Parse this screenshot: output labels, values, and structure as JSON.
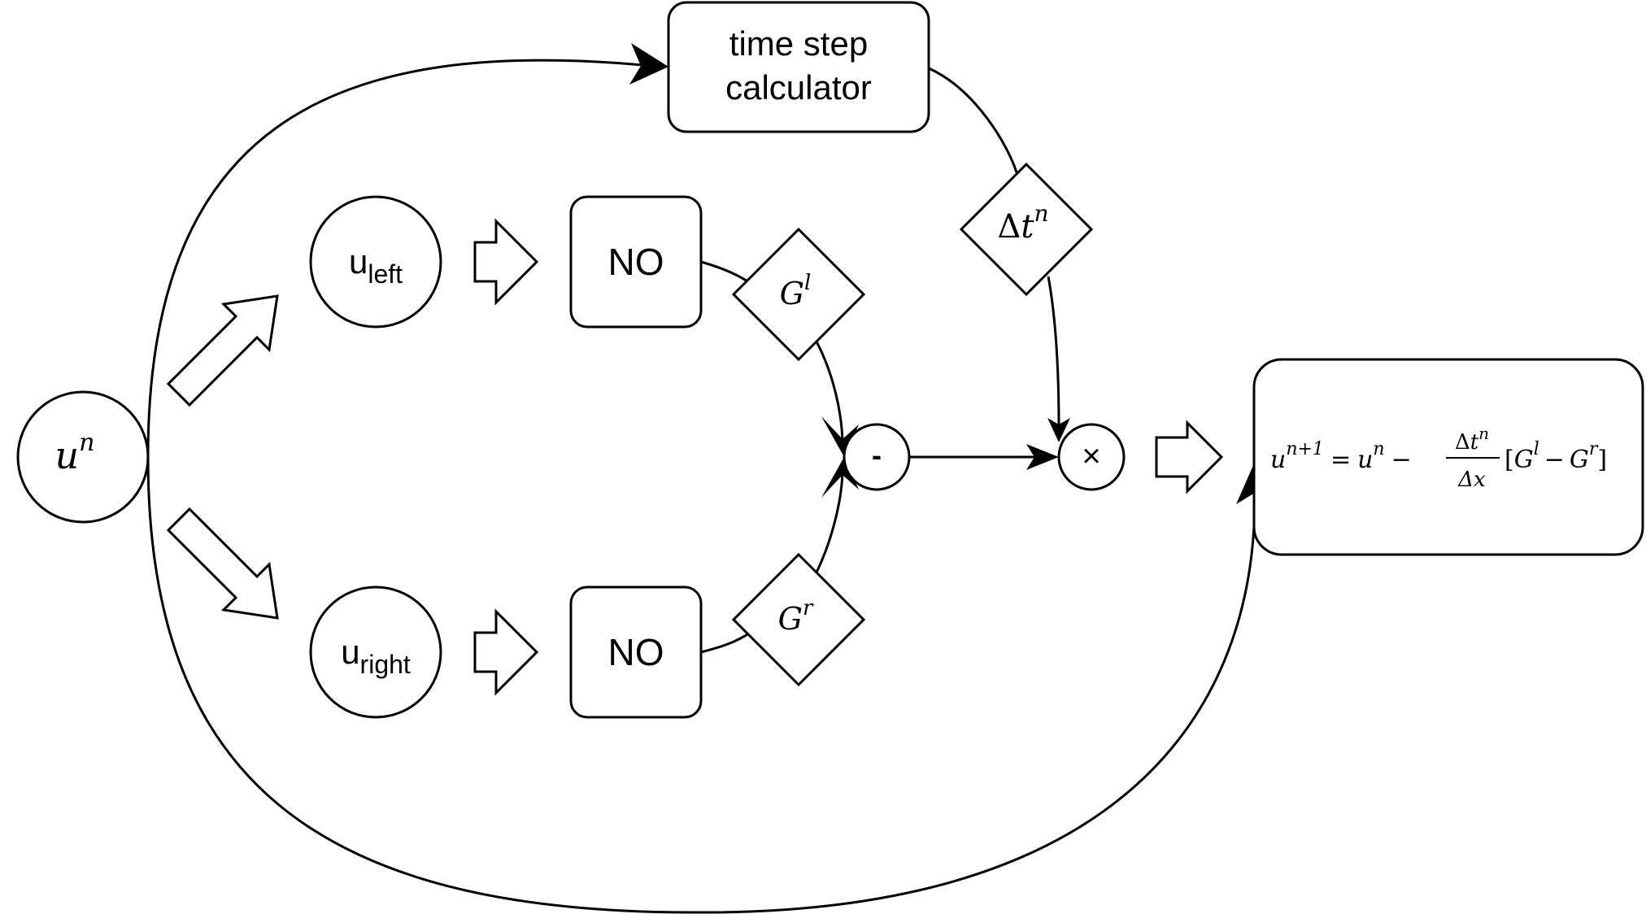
{
  "nodes": {
    "u_n": {
      "base": "u",
      "sup": "n"
    },
    "time_step": {
      "line1": "time step",
      "line2": "calculator"
    },
    "u_left": {
      "base": "u",
      "sub": "left"
    },
    "u_right": {
      "base": "u",
      "sub": "right"
    },
    "no_top": {
      "label": "NO"
    },
    "no_bottom": {
      "label": "NO"
    },
    "g_left": {
      "base": "G",
      "sup": "l"
    },
    "g_right": {
      "base": "G",
      "sup": "r"
    },
    "delta_t": {
      "delta": "Δ",
      "base": "t",
      "sup": "n"
    },
    "minus": {
      "label": "-"
    },
    "times": {
      "label": "×"
    },
    "update": {
      "lhs_base": "u",
      "lhs_sup": "n+1",
      "eq": "=",
      "rhs_base": "u",
      "rhs_sup": "n",
      "minus": "−",
      "frac_num_delta": "Δ",
      "frac_num_base": "t",
      "frac_num_sup": "n",
      "frac_den": "Δx",
      "bracket_open": "[",
      "g1_base": "G",
      "g1_sup": "l",
      "inner_minus": "−",
      "g2_base": "G",
      "g2_sup": "r",
      "bracket_close": "]"
    }
  }
}
